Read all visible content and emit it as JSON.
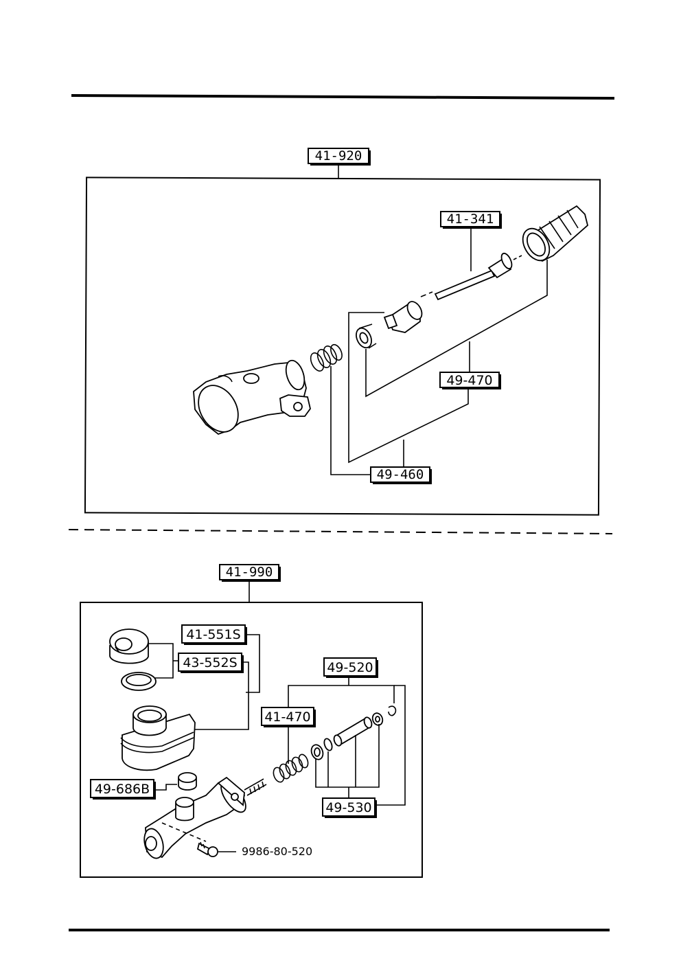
{
  "top_assembly": {
    "assembly_label": "41-920",
    "parts": {
      "push_rod": "41-341",
      "piston_kit": "49-470",
      "repair_kit": "49-460"
    }
  },
  "bottom_assembly": {
    "assembly_label": "41-990",
    "parts": {
      "cap": "41-551S",
      "cap_seal": "43-552S",
      "piston_kit": "49-520",
      "spring": "41-470",
      "grommet": "49-686B",
      "seal_kit": "49-530",
      "bolt": "9986-80-520"
    }
  }
}
